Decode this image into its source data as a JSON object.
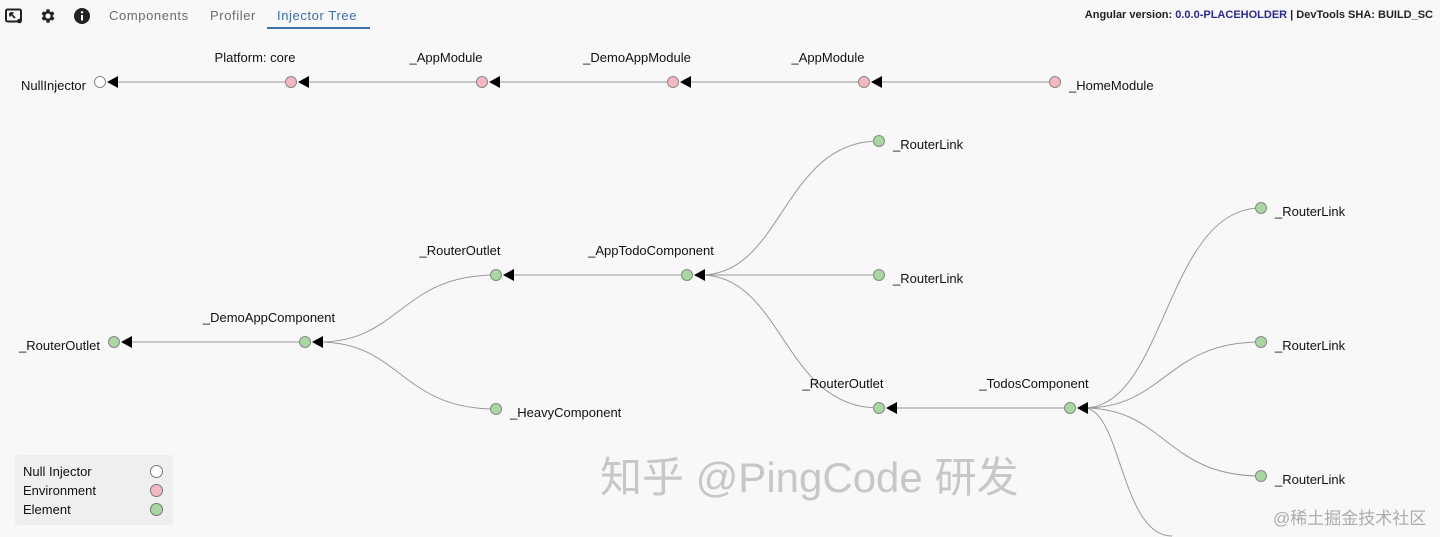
{
  "toolbar": {
    "icons": [
      "inspect-icon",
      "gear-icon",
      "info-icon"
    ],
    "tabs": [
      {
        "label": "Components",
        "active": false
      },
      {
        "label": "Profiler",
        "active": false
      },
      {
        "label": "Injector Tree",
        "active": true
      }
    ],
    "version_label": "Angular version: ",
    "version_value": "0.0.0-PLACEHOLDER",
    "sha_label": " | DevTools SHA: BUILD_SC"
  },
  "colors": {
    "null_injector": "#ffffff",
    "environment": "#f4b8c0",
    "element": "#a6d8a0",
    "accent": "#3b6ea8",
    "edge": "#999999"
  },
  "environment_tree": [
    {
      "label": "NullInjector",
      "type": "null"
    },
    {
      "label": "Platform: core",
      "type": "environment"
    },
    {
      "label": "_AppModule",
      "type": "environment"
    },
    {
      "label": "_DemoAppModule",
      "type": "environment"
    },
    {
      "label": "_AppModule",
      "type": "environment"
    },
    {
      "label": "_HomeModule",
      "type": "environment"
    }
  ],
  "element_tree": [
    {
      "label": "_RouterOutlet",
      "parent": null
    },
    {
      "label": "_DemoAppComponent",
      "parent": 0
    },
    {
      "label": "_RouterOutlet",
      "parent": 1
    },
    {
      "label": "_HeavyComponent",
      "parent": 1
    },
    {
      "label": "_AppTodoComponent",
      "parent": 2
    },
    {
      "label": "_RouterLink",
      "parent": 4
    },
    {
      "label": "_RouterLink",
      "parent": 4
    },
    {
      "label": "_RouterOutlet",
      "parent": 4
    },
    {
      "label": "_TodosComponent",
      "parent": 7
    },
    {
      "label": "_RouterLink",
      "parent": 8
    },
    {
      "label": "_RouterLink",
      "parent": 8
    },
    {
      "label": "_RouterLink",
      "parent": 8
    },
    {
      "label": "",
      "parent": 8
    }
  ],
  "legend": [
    {
      "label": "Null Injector",
      "type": "null"
    },
    {
      "label": "Environment",
      "type": "environment"
    },
    {
      "label": "Element",
      "type": "element"
    }
  ],
  "watermark": {
    "main": "知乎 @PingCode 研发",
    "sub": "@稀土掘金技术社区"
  }
}
